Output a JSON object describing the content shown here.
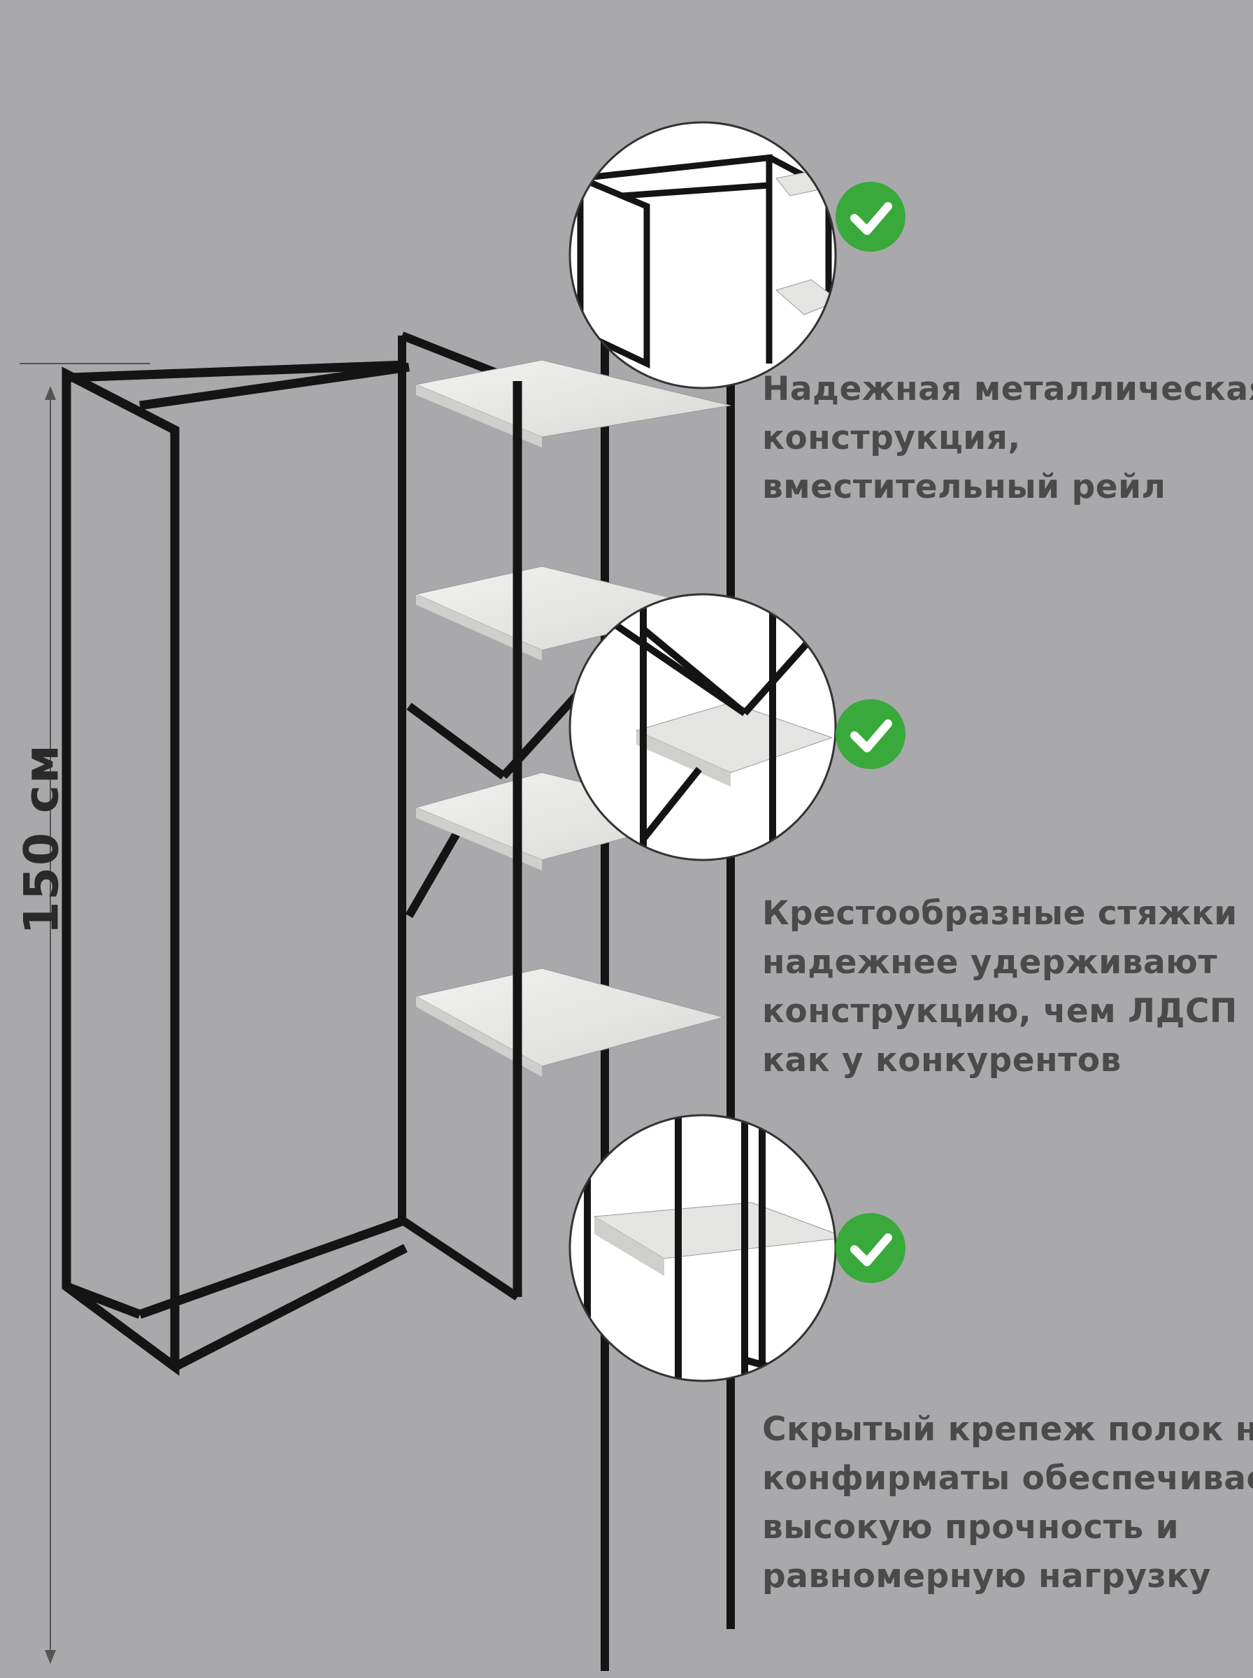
{
  "dimension": {
    "height_label": "150 см"
  },
  "features": [
    {
      "lines": [
        "Надежная металлическая",
        "конструкция,",
        "вместительный рейл"
      ]
    },
    {
      "lines": [
        "Крестообразные стяжки",
        "надежнее удерживают",
        "конструкцию, чем ЛДСП",
        "как у конкурентов"
      ]
    },
    {
      "lines": [
        "Скрытый крепеж полок на",
        "конфирматы обеспечивает",
        "высокую прочность и",
        "равномерную нагрузку"
      ]
    }
  ],
  "icons": {
    "check": "check-icon"
  },
  "colors": {
    "background": "#a9a9ab",
    "frame": "#141414",
    "shelf": "#e8e8e6",
    "check": "#3aa93c",
    "text": "#4a4a4a"
  }
}
